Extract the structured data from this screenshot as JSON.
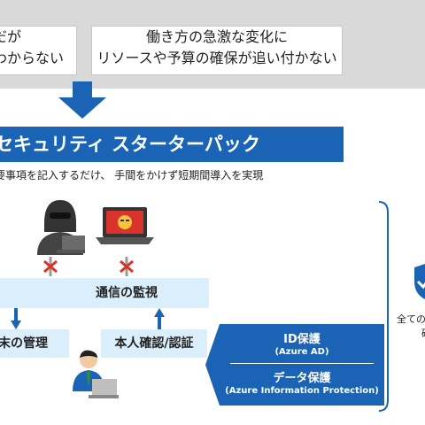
{
  "problems": {
    "left_lines": [
      "だが",
      "わからない"
    ],
    "right_lines": [
      "働き方の急激な変化に",
      "リソースや予算の確保が追い付かない"
    ]
  },
  "title": "セキュリティ スターターパック",
  "subtitle": "要事項を記入するだけ、 手間をかけず短期間導入を実現",
  "diagram": {
    "monitoring_label": "通信の監視",
    "device_label": "末の管理",
    "identity_label": "本人確認/認証"
  },
  "product": {
    "id_title": "ID保護",
    "id_sub": "(Azure AD)",
    "data_title": "データ保護",
    "data_sub": "(Azure Information Protection)"
  },
  "side_note": {
    "line1": "全ての",
    "line2": "確"
  },
  "colors": {
    "brand_blue": "#1a63b5",
    "light_blue": "#dbeefb",
    "band_gray": "#d9d9d9",
    "alert_red": "#d9342b"
  },
  "icons": [
    "hacker-icon",
    "laptop-alert-icon",
    "blocked-x-icon",
    "user-laptop-icon",
    "shield-icon"
  ]
}
